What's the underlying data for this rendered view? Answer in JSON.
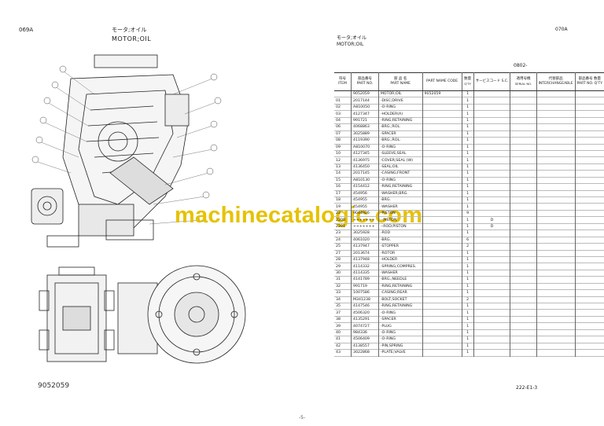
{
  "left_page": {
    "page_id": "069A",
    "title_jp": "モータ;オイル",
    "title_en": "MOTOR;OIL",
    "footer_id": "9052059"
  },
  "watermark": "machinecatalogic.com",
  "page_mark": "-5-",
  "right_page": {
    "page_id": "070A",
    "title_jp": "モータ;オイル",
    "title_en": "MOTOR;OIL",
    "ref_code": "0802-",
    "footer": "222-E1-3",
    "headers": {
      "item_jp": "符号",
      "item_en": "ITEM",
      "pn_jp": "部品番号",
      "pn_en": "PART NO.",
      "name_jp": "部 品 名",
      "name_en": "PART NAME",
      "code_label": "PART NAME CODE",
      "qty_jp": "数量",
      "qty_en": "Q'TY",
      "sc": "サービスコード S.C.",
      "ser_jp": "適用号機",
      "ser_en": "SERIAL NO.",
      "r1_jp": "代替部品",
      "r1_en": "INTERCHANGEABLE",
      "r2_jp": "部品番号 数量",
      "r2_en": "PART NO. Q'TY"
    },
    "rows": [
      {
        "item": "",
        "pn": "9052059",
        "name": "MOTOR;OIL",
        "code": "9052059",
        "qty": "1",
        "sc": ""
      },
      {
        "item": "01",
        "pn": "2017144",
        "name": "-DISC;DRIVE",
        "code": "",
        "qty": "1",
        "sc": ""
      },
      {
        "item": "02",
        "pn": "A810050",
        "name": "-O-RING",
        "code": "",
        "qty": "1",
        "sc": ""
      },
      {
        "item": "03",
        "pn": "4127347",
        "name": "-HOLDER(A)",
        "code": "",
        "qty": "1",
        "sc": ""
      },
      {
        "item": "04",
        "pn": "991721",
        "name": "-RING;RETAINING",
        "code": "",
        "qty": "1",
        "sc": ""
      },
      {
        "item": "06",
        "pn": "4068863",
        "name": "-BRG.;ROL.",
        "code": "",
        "qty": "1",
        "sc": ""
      },
      {
        "item": "07",
        "pn": "3025889",
        "name": "-SPACER",
        "code": "",
        "qty": "1",
        "sc": ""
      },
      {
        "item": "08",
        "pn": "4119390",
        "name": "-BRG.;ROL.",
        "code": "",
        "qty": "1",
        "sc": ""
      },
      {
        "item": "09",
        "pn": "A810070",
        "name": "-O-RING",
        "code": "",
        "qty": "1",
        "sc": ""
      },
      {
        "item": "10",
        "pn": "4127345",
        "name": "-SLEEVE;SEAL",
        "code": "",
        "qty": "1",
        "sc": ""
      },
      {
        "item": "12",
        "pn": "4136975",
        "name": "-COVER;SEAL (W)",
        "code": "",
        "qty": "1",
        "sc": ""
      },
      {
        "item": "13",
        "pn": "4136450",
        "name": "-SEAL;OIL",
        "code": "",
        "qty": "1",
        "sc": ""
      },
      {
        "item": "14",
        "pn": "2017145",
        "name": "-CASING;FRONT",
        "code": "",
        "qty": "1",
        "sc": ""
      },
      {
        "item": "15",
        "pn": "A810130",
        "name": "-O-RING",
        "code": "",
        "qty": "1",
        "sc": ""
      },
      {
        "item": "16",
        "pn": "4154412",
        "name": "-RING;RETAINING",
        "code": "",
        "qty": "1",
        "sc": ""
      },
      {
        "item": "17",
        "pn": "454956",
        "name": "-WASHER;BRG.",
        "code": "",
        "qty": "1",
        "sc": ""
      },
      {
        "item": "18",
        "pn": "454955",
        "name": "-BRG.",
        "code": "",
        "qty": "1",
        "sc": ""
      },
      {
        "item": "19",
        "pn": "454955",
        "name": "-WASHER",
        "code": "",
        "qty": "1",
        "sc": ""
      },
      {
        "item": "22",
        "pn": "9044926",
        "name": "-PISTON",
        "code": "",
        "qty": "9",
        "sc": ""
      },
      {
        "item": "2200",
        "pn": "+++++++",
        "name": "--PISTON",
        "code": "",
        "qty": "1",
        "sc": "D"
      },
      {
        "item": "2201",
        "pn": "+++++++",
        "name": "--ROD;PISTON",
        "code": "",
        "qty": "1",
        "sc": "D"
      },
      {
        "item": "23",
        "pn": "3025928",
        "name": "-ROD",
        "code": "",
        "qty": "1",
        "sc": ""
      },
      {
        "item": "24",
        "pn": "4061020",
        "name": "-BRG.",
        "code": "",
        "qty": "6",
        "sc": ""
      },
      {
        "item": "25",
        "pn": "4137947",
        "name": "-STOPPER",
        "code": "",
        "qty": "2",
        "sc": ""
      },
      {
        "item": "27",
        "pn": "2013674",
        "name": "-ROTOR",
        "code": "",
        "qty": "1",
        "sc": ""
      },
      {
        "item": "28",
        "pn": "4137948",
        "name": "-HOLDER",
        "code": "",
        "qty": "1",
        "sc": ""
      },
      {
        "item": "29",
        "pn": "4114332",
        "name": "-SPRING;COMPRES.",
        "code": "",
        "qty": "1",
        "sc": ""
      },
      {
        "item": "30",
        "pn": "4114335",
        "name": "-WASHER",
        "code": "",
        "qty": "1",
        "sc": ""
      },
      {
        "item": "31",
        "pn": "4141789",
        "name": "-BRG.;NEEDLE",
        "code": "",
        "qty": "1",
        "sc": ""
      },
      {
        "item": "32",
        "pn": "991719",
        "name": "-RING;RETAINING",
        "code": "",
        "qty": "1",
        "sc": ""
      },
      {
        "item": "33",
        "pn": "1007586",
        "name": "-CASING;REAR",
        "code": "",
        "qty": "1",
        "sc": ""
      },
      {
        "item": "34",
        "pn": "M341238",
        "name": "-BOLT;SOCKET",
        "code": "",
        "qty": "2",
        "sc": ""
      },
      {
        "item": "35",
        "pn": "4147546",
        "name": "-RING;RETAINING",
        "code": "",
        "qty": "1",
        "sc": ""
      },
      {
        "item": "37",
        "pn": "4506320",
        "name": "-O-RING",
        "code": "",
        "qty": "1",
        "sc": ""
      },
      {
        "item": "38",
        "pn": "4135291",
        "name": "-SPACER",
        "code": "",
        "qty": "1",
        "sc": ""
      },
      {
        "item": "39",
        "pn": "4074727",
        "name": "-PLUG",
        "code": "",
        "qty": "1",
        "sc": ""
      },
      {
        "item": "40",
        "pn": "984336",
        "name": "-O-RING",
        "code": "",
        "qty": "1",
        "sc": ""
      },
      {
        "item": "41",
        "pn": "4506409",
        "name": "-O-RING",
        "code": "",
        "qty": "1",
        "sc": ""
      },
      {
        "item": "42",
        "pn": "4138557",
        "name": "-PIN;SPRING",
        "code": "",
        "qty": "1",
        "sc": ""
      },
      {
        "item": "43",
        "pn": "3022868",
        "name": "-PLATE;VALVE",
        "code": "",
        "qty": "1",
        "sc": ""
      }
    ]
  }
}
